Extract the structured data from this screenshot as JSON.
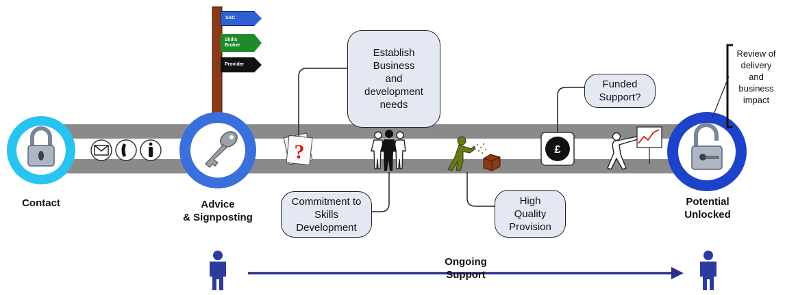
{
  "nodes": {
    "contact": {
      "label": "Contact"
    },
    "advice": {
      "label": "Advice\n& Signposting"
    },
    "potential": {
      "label": "Potential\nUnlocked"
    }
  },
  "signpost": {
    "signs": [
      {
        "label": "SSC",
        "color": "#2f5fd0"
      },
      {
        "label": "Skills\nBroker",
        "color": "#1f8a2a"
      },
      {
        "label": "Provider",
        "color": "#111111"
      }
    ]
  },
  "bubbles": {
    "establish": "Establish\nBusiness\nand\ndevelopment\nneeds",
    "commitment": "Commitment to\nSkills\nDevelopment",
    "high_quality": "High\nQuality\nProvision",
    "funded": "Funded\nSupport?"
  },
  "review": "Review of\ndelivery\nand\nbusiness\nimpact",
  "ongoing": "Ongoing\nSupport",
  "icons": {
    "contact_lock": "padlock-icon",
    "advice_key": "key-icon",
    "potential_lock": "unlocked-padlock-icon",
    "channels": [
      "envelope-icon",
      "phone-icon",
      "person-icon"
    ],
    "pound": "£"
  },
  "colors": {
    "road": "#8a8a8a",
    "contact_ring": "#29c3ef",
    "advice_ring": "#3a6fdc",
    "potential_ring": "#1c43c8",
    "person": "#2b3b9e",
    "arrow": "#2c2f8a",
    "bubble_fill": "#e3e8f3"
  }
}
